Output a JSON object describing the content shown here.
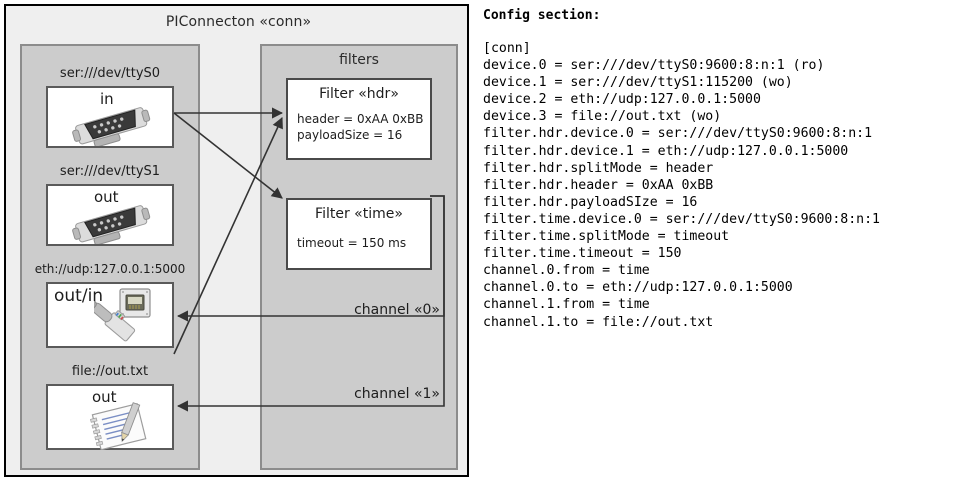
{
  "diagram": {
    "title": "PIConnecton «conn»",
    "devices_panel": {
      "name": "devices",
      "items": [
        {
          "caption": "ser:///dev/ttyS0",
          "label": "in",
          "icon": "serial-port-icon"
        },
        {
          "caption": "ser:///dev/ttyS1",
          "label": "out",
          "icon": "serial-port-icon"
        },
        {
          "caption": "eth://udp:127.0.0.1:5000",
          "label": "out/in",
          "icon": "network-plug-icon"
        },
        {
          "caption": "file://out.txt",
          "label": "out",
          "icon": "text-file-icon"
        }
      ]
    },
    "filters_panel": {
      "title": "filters",
      "filters": [
        {
          "title": "Filter «hdr»",
          "props": [
            "header = 0xAA 0xBB",
            "payloadSize = 16"
          ]
        },
        {
          "title": "Filter «time»",
          "props": [
            "timeout = 150 ms"
          ]
        }
      ],
      "channels": [
        "channel «0»",
        "channel «1»"
      ]
    }
  },
  "config": {
    "heading": "Config section:",
    "lines": [
      "[conn]",
      "device.0 = ser:///dev/ttyS0:9600:8:n:1 (ro)",
      "device.1 = ser:///dev/ttyS1:115200 (wo)",
      "device.2 = eth://udp:127.0.0.1:5000",
      "device.3 = file://out.txt (wo)",
      "filter.hdr.device.0 = ser:///dev/ttyS0:9600:8:n:1",
      "filter.hdr.device.1 = eth://udp:127.0.0.1:5000",
      "filter.hdr.splitMode = header",
      "filter.hdr.header = 0xAA 0xBB",
      "filter.hdr.payloadSIze = 16",
      "filter.time.device.0 = ser:///dev/ttyS0:9600:8:n:1",
      "filter.time.splitMode = timeout",
      "filter.time.timeout = 150",
      "channel.0.from = time",
      "channel.0.to = eth://udp:127.0.0.1:5000",
      "channel.1.from = time",
      "channel.1.to = file://out.txt"
    ]
  },
  "colors": {
    "frame_border": "#000000",
    "frame_fill": "#efefef",
    "panel_fill": "#cccccc",
    "panel_border": "#8c8c8c",
    "node_fill": "#ffffff",
    "node_border": "#5a5a5a",
    "wire": "#333333"
  }
}
